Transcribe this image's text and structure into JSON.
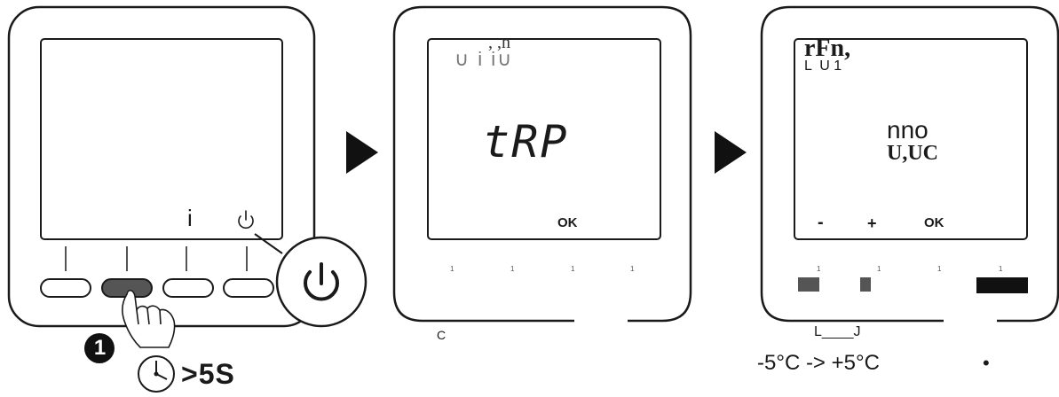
{
  "step1": {
    "screen_labels": {
      "info": "i"
    },
    "step_number": "1",
    "hold_time": ">5S"
  },
  "step2": {
    "screen_top": "∪ i i∪",
    "screen_top_marks": ", ,n",
    "mode_text": "tRP",
    "ok_label": "OK",
    "tick_marks": [
      "1",
      "1",
      "1",
      "1"
    ],
    "bottom_label": "C"
  },
  "step3": {
    "screen_top": "rFn,",
    "screen_top_sub": "L  U 1",
    "value_top": "nno",
    "value_bottom": "U,UC",
    "minus_label": "-",
    "plus_label": "+",
    "ok_label": "OK",
    "tick_marks": [
      "1",
      "1",
      "1",
      "1"
    ],
    "bracket_label": "L____J",
    "range_text": "-5°C -> +5°C",
    "bullet": "•"
  },
  "colors": {
    "outline": "#1a1a1a",
    "pressed_button": "#555555",
    "arrow": "#111111"
  },
  "icons": [
    "power-icon",
    "info-icon",
    "finger-icon",
    "clock-icon",
    "play-arrow-icon"
  ]
}
